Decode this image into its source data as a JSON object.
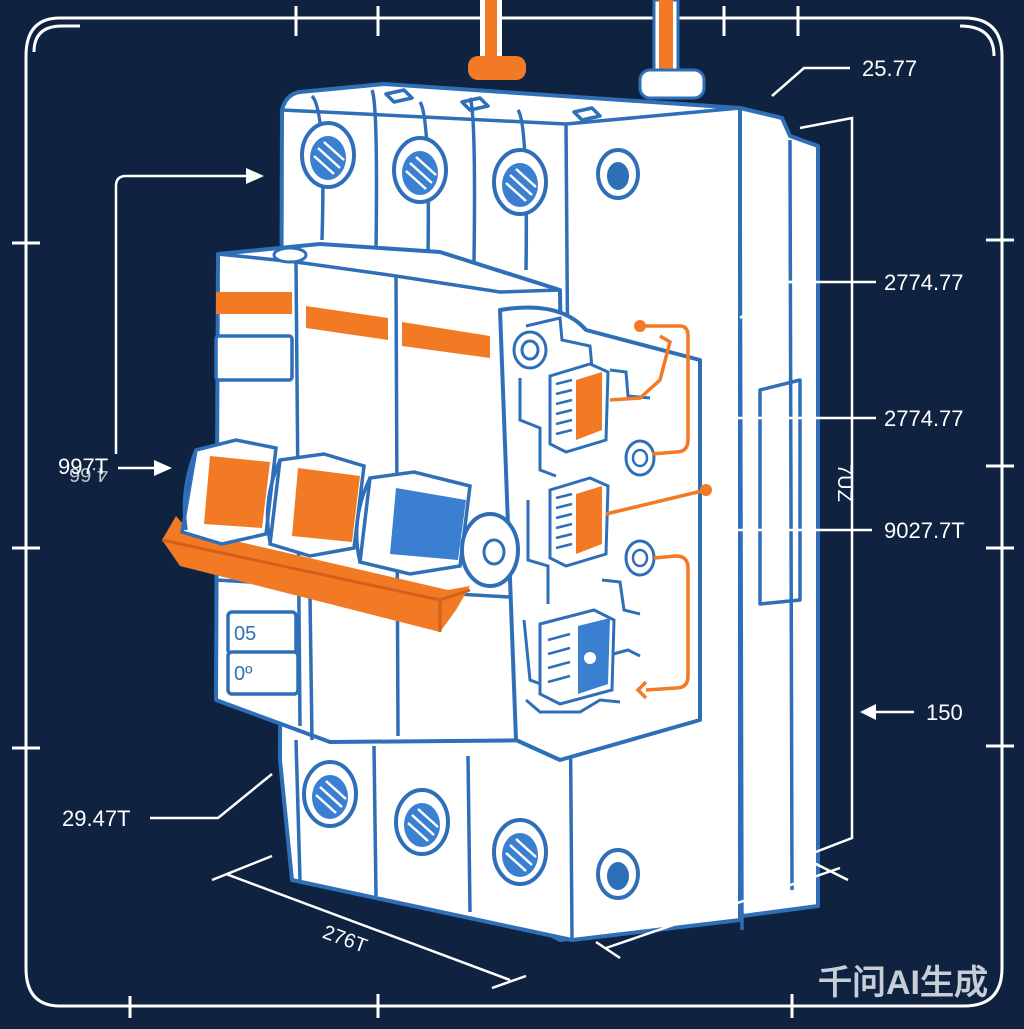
{
  "diagram": {
    "colors": {
      "background": "#0f2240",
      "outline": "#2f6fb8",
      "accent_orange": "#f27a25",
      "accent_blue": "#3a7fd0",
      "line_white": "#ffffff"
    },
    "dimension_labels": {
      "top_right": "25.77",
      "right_upper": "2774.77",
      "right_middle": "2774.77",
      "right_lower": "9027.7T",
      "right_vertical": "7UZ",
      "right_bottom": "150",
      "left_middle": "997T",
      "left_middle_mirrored": "4.66",
      "left_bottom": "29.47T",
      "bottom": "276T"
    },
    "front_labels": {
      "box_1": "05",
      "box_2": "0º"
    },
    "watermark": "千问AI生成"
  }
}
